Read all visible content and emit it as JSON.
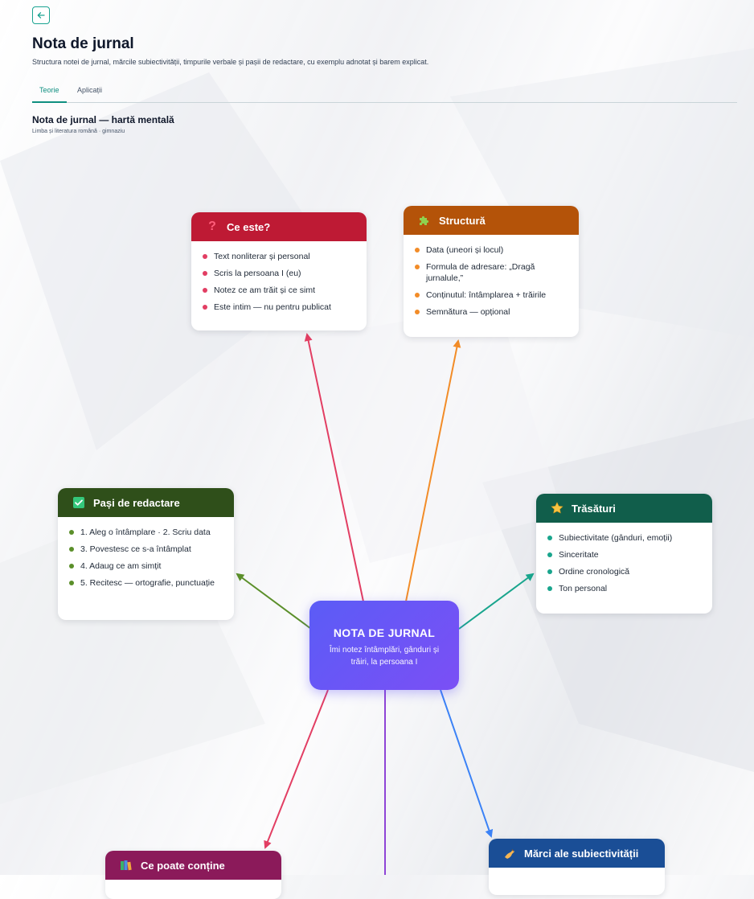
{
  "header": {
    "back_icon": "arrow-left-icon",
    "title": "Nota de jurnal",
    "subtitle": "Structura notei de jurnal, mărcile subiectivității, timpurile verbale și pașii de redactare, cu exemplu adnotat și barem explicat."
  },
  "tabs": [
    {
      "label": "Teorie",
      "active": true
    },
    {
      "label": "Aplicații",
      "active": false
    }
  ],
  "mindmap": {
    "title": "Nota de jurnal — hartă mentală",
    "subtitle": "Limba și literatura română · gimnaziu",
    "center": {
      "title": "NOTA DE JURNAL",
      "text": "Îmi notez întâmplări, gânduri și trăiri, la persoana I",
      "color": "#6252f6"
    },
    "nodes": {
      "ce_este": {
        "title": "Ce este?",
        "icon": "question-mark-icon",
        "color": "#be1a34",
        "accent": "#e23e63",
        "items": [
          "Text nonliterar și personal",
          "Scris la persoana I (eu)",
          "Notez ce am trăit și ce simt",
          "Este intim — nu pentru publicat"
        ]
      },
      "structura": {
        "title": "Structură",
        "icon": "puzzle-piece-icon",
        "color": "#b45309",
        "accent": "#f28c28",
        "items": [
          "Data (uneori și locul)",
          "Formula de adresare: „Dragă jurnalule,”",
          "Conținutul: întâmplarea + trăirile",
          "Semnătura — opțional"
        ]
      },
      "pasi": {
        "title": "Pași de redactare",
        "icon": "check-box-icon",
        "color": "#2f4f1a",
        "accent": "#5b8f2a",
        "items": [
          "1. Aleg o întâmplare · 2. Scriu data",
          "3. Povestesc ce s-a întâmplat",
          "4. Adaug ce am simțit",
          "5. Recitesc — ortografie, punctuație"
        ]
      },
      "trasaturi": {
        "title": "Trăsături",
        "icon": "star-icon",
        "color": "#115e4b",
        "accent": "#19a58d",
        "items": [
          "Subiectivitate (gânduri, emoții)",
          "Sinceritate",
          "Ordine cronologică",
          "Ton personal"
        ]
      },
      "ce_poate": {
        "title": "Ce poate conține",
        "icon": "books-icon",
        "color": "#8b1a5a",
        "accent": "#e23e63"
      },
      "marci": {
        "title": "Mărci ale subiectivității",
        "icon": "writing-hand-icon",
        "color": "#1a4e96",
        "accent": "#3b82f6"
      }
    },
    "bottom_edge_color": "#8e44d6"
  }
}
